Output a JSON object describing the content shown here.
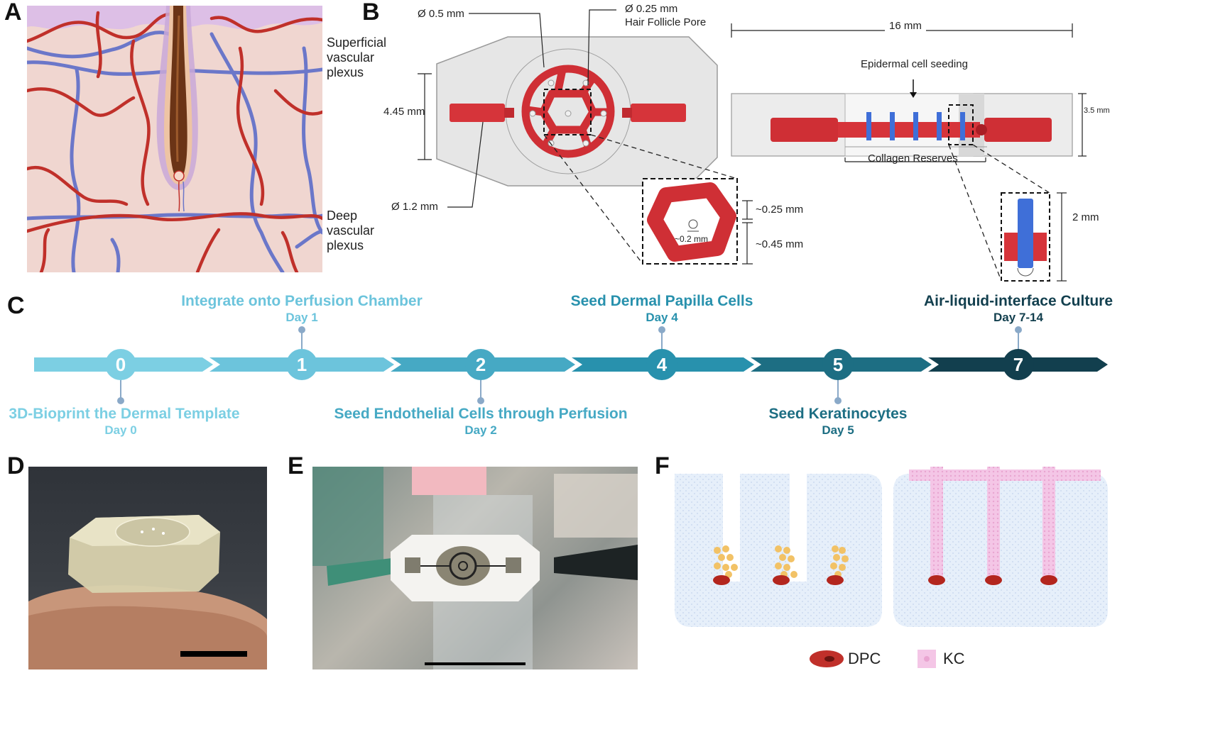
{
  "panels": {
    "a": {
      "letter": "A",
      "label_top": "Superficial\nvascular\nplexus",
      "label_bottom": "Deep\nvascular\nplexus"
    },
    "b": {
      "letter": "B",
      "dim_pore_channel": "Ø 0.5 mm",
      "dim_pore": "Ø 0.25 mm",
      "dim_pore_name": "Hair Follicle Pore",
      "dim_height": "4.45 mm",
      "dim_inlet": "Ø 1.2 mm",
      "dim_zoom_top": "~0.25 mm",
      "dim_zoom_bottom": "~0.45 mm",
      "dim_zoom_hole": "~0.2 mm",
      "dim_length": "16 mm",
      "label_seeding": "Epidermal cell seeding",
      "dim_thickness": "3.5 mm",
      "label_reserves": "Collagen Reserves",
      "dim_post": "2 mm"
    },
    "c": {
      "letter": "C"
    },
    "d": {
      "letter": "D"
    },
    "e": {
      "letter": "E"
    },
    "f": {
      "letter": "F",
      "legend": [
        {
          "name": "DPC",
          "color": "#c0302a"
        },
        {
          "name": "KC",
          "color": "#f4c6e6"
        }
      ]
    }
  },
  "timeline": {
    "steps": [
      {
        "num": "0",
        "title": "3D-Bioprint the Dermal Template",
        "day": "Day 0",
        "position": "below",
        "color": "#7ccfe3"
      },
      {
        "num": "1",
        "title": "Integrate onto Perfusion Chamber",
        "day": "Day 1",
        "position": "above",
        "color": "#6cc4dc"
      },
      {
        "num": "2",
        "title": "Seed Endothelial Cells through Perfusion",
        "day": "Day 2",
        "position": "below",
        "color": "#46a9c4"
      },
      {
        "num": "4",
        "title": "Seed Dermal Papilla Cells",
        "day": "Day 4",
        "position": "above",
        "color": "#2891ad"
      },
      {
        "num": "5",
        "title": "Seed Keratinocytes",
        "day": "Day 5",
        "position": "below",
        "color": "#1d6e83"
      },
      {
        "num": "7",
        "title": "Air-liquid-interface Culture",
        "day": "Day 7-14",
        "position": "above",
        "color": "#123f4e"
      }
    ]
  }
}
